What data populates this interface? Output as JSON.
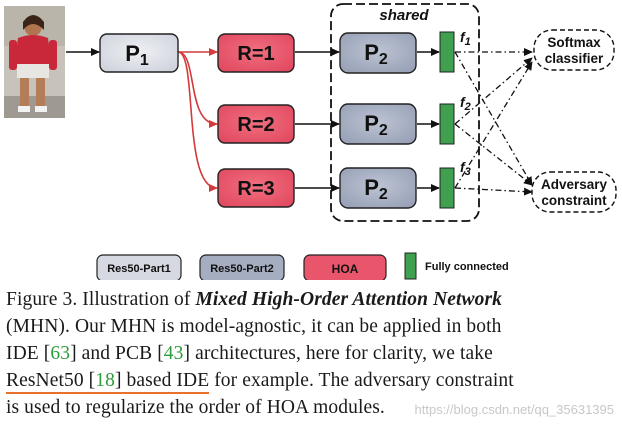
{
  "diagram": {
    "nodes": {
      "p1": {
        "label": "P",
        "sub": "1"
      },
      "r1": {
        "label": "R=1"
      },
      "r2": {
        "label": "R=2"
      },
      "r3": {
        "label": "R=3"
      },
      "p2a": {
        "label": "P",
        "sub": "2"
      },
      "p2b": {
        "label": "P",
        "sub": "2"
      },
      "p2c": {
        "label": "P",
        "sub": "2"
      },
      "f1": {
        "label": "f",
        "sub": "1"
      },
      "f2": {
        "label": "f",
        "sub": "2"
      },
      "f3": {
        "label": "f",
        "sub": "3"
      },
      "softmax": {
        "line1": "Softmax",
        "line2": "classifier"
      },
      "adversary": {
        "line1": "Adversary",
        "line2": "constraint"
      }
    },
    "shared_label": "shared",
    "legend": [
      {
        "label": "Res50-Part1",
        "color": "#d6d9e1"
      },
      {
        "label": "Res50-Part2",
        "color": "#a5adc0"
      },
      {
        "label": "HOA",
        "color": "#e9566b"
      },
      {
        "label": "Fully connected",
        "color": "#3fa150"
      }
    ],
    "colors": {
      "p1_fill": "#d6d9e1",
      "p2_fill": "#a5adc0",
      "r_fill": "#e9566b",
      "fc_fill": "#3fa150",
      "red_arrow": "#d43a3a"
    }
  },
  "caption": {
    "lines": [
      {
        "parts": [
          {
            "text": "Figure 3. Illustration of "
          },
          {
            "text": "Mixed High-Order Attention Network",
            "style": "emph"
          }
        ]
      },
      {
        "parts": [
          {
            "text": "(MHN). Our MHN is model-agnostic, it can be applied in both"
          }
        ]
      },
      {
        "parts": [
          {
            "text": "IDE ["
          },
          {
            "text": "63",
            "style": "ref"
          },
          {
            "text": "] and PCB ["
          },
          {
            "text": "43",
            "style": "ref"
          },
          {
            "text": "] architectures, here for clarity, we take"
          }
        ]
      },
      {
        "parts": [
          {
            "text": "ResNet50 [",
            "style": "underlined"
          },
          {
            "text": "18",
            "style": "underlined ref"
          },
          {
            "text": "] based IDE",
            "style": "underlined"
          },
          {
            "text": " for example.  The adversary constraint"
          }
        ]
      },
      {
        "parts": [
          {
            "text": "is used to regularize the order of HOA modules."
          }
        ]
      }
    ]
  },
  "watermark": "https://blog.csdn.net/qq_35631395"
}
